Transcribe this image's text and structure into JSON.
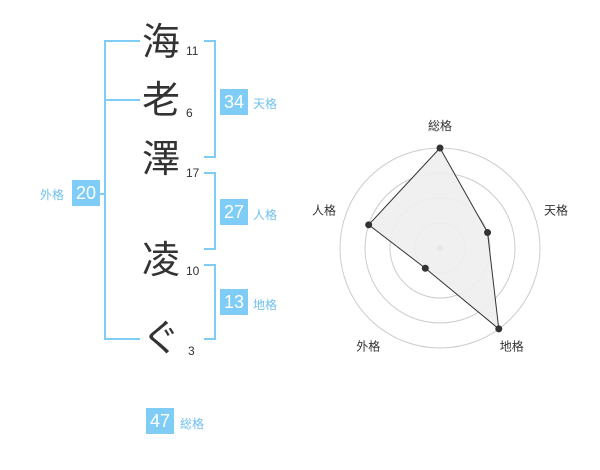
{
  "name_chars": [
    {
      "char": "海",
      "strokes": "11"
    },
    {
      "char": "老",
      "strokes": "6"
    },
    {
      "char": "澤",
      "strokes": "17"
    },
    {
      "char": "凌",
      "strokes": "10"
    },
    {
      "char": "ぐ",
      "strokes": "3"
    }
  ],
  "kakusu": {
    "tenkaku": {
      "value": "34",
      "label": "天格"
    },
    "jinkaku": {
      "value": "27",
      "label": "人格"
    },
    "chikaku": {
      "value": "13",
      "label": "地格"
    },
    "gaikaku": {
      "value": "20",
      "label": "外格"
    },
    "soukaku": {
      "value": "47",
      "label": "総格"
    }
  },
  "chart_data": {
    "type": "radar",
    "axes": [
      "総格",
      "天格",
      "地格",
      "外格",
      "人格"
    ],
    "values": [
      4,
      2,
      4,
      1,
      3
    ],
    "max": 4,
    "rings": 4,
    "colors": {
      "fill": "#eeeeee",
      "stroke": "#333333",
      "grid": "#cccccc",
      "center_dot": "#bbbbbb"
    }
  },
  "colors": {
    "accent": "#7fcdf6",
    "label": "#6fc1ee",
    "text": "#333333"
  }
}
